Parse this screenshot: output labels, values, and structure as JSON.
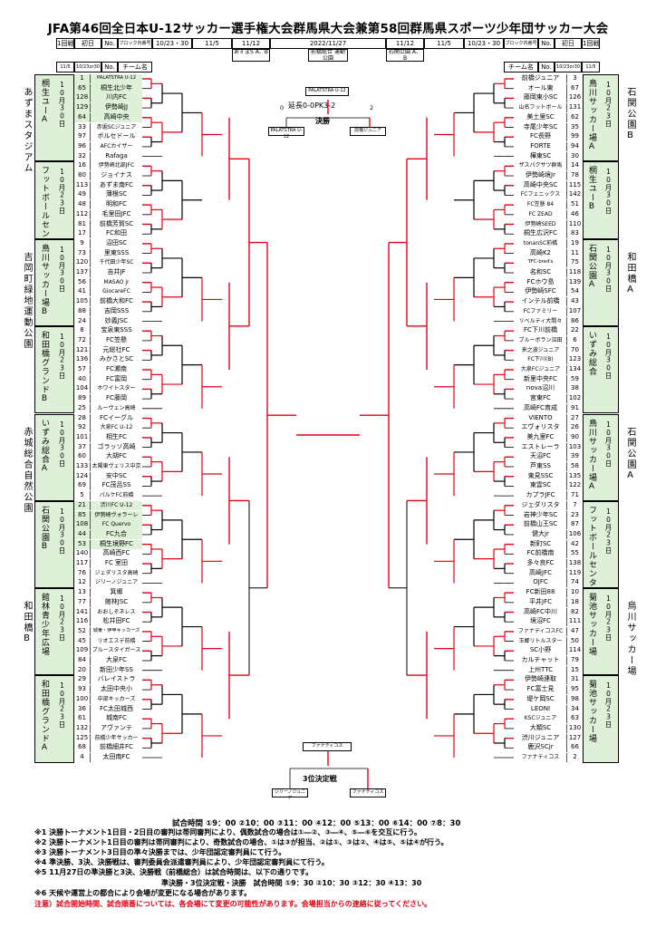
{
  "title": "JFA第46回全日本U-12サッカー選手権大会群馬県大会兼第58回群馬県スポーツ少年団サッカー大会",
  "header": {
    "row1_left": [
      "1回戦",
      "初日",
      "No.",
      "ブロック内番号",
      "10/23・30",
      "11/5",
      "11/12",
      "2022/11/27"
    ],
    "row1_right": [
      "11/12",
      "11/5",
      "10/23・30",
      "ブロック内番号",
      "No.",
      "初日",
      "1回戦"
    ],
    "row2_left": [
      "11/5",
      "10/23or30",
      "No.",
      "チーム名"
    ],
    "row2_right": [
      "チーム名",
      "No.",
      "10/23or30",
      "11/5"
    ],
    "azuma": "あずまS\nA、B",
    "maebashi": "前橋総合\n運動公園",
    "ishida": "石関公園\nA、B"
  },
  "left_teams": [
    {
      "n": "1",
      "name": "PALATSTRA U-12"
    },
    {
      "n": "65",
      "name": "桐生北少年"
    },
    {
      "n": "128",
      "name": "川内FC"
    },
    {
      "n": "129",
      "name": "伊勢崎JJ"
    },
    {
      "n": "64",
      "name": "高崎中央"
    },
    {
      "n": "33",
      "name": "赤堀SCジュニア"
    },
    {
      "n": "97",
      "name": "ボルセドール"
    },
    {
      "n": "96",
      "name": "AFCカイザー"
    },
    {
      "n": "32",
      "name": "Rafaga"
    },
    {
      "n": "16",
      "name": "伊勢崎北部JFC"
    },
    {
      "n": "80",
      "name": "ジョイナス"
    },
    {
      "n": "113",
      "name": "あずま南FC"
    },
    {
      "n": "49",
      "name": "薄根SC"
    },
    {
      "n": "48",
      "name": "明和FC"
    },
    {
      "n": "112",
      "name": "毛里田JFC"
    },
    {
      "n": "81",
      "name": "前橋芳賀SC"
    },
    {
      "n": "17",
      "name": "FC和田"
    },
    {
      "n": "9",
      "name": "沼田SC"
    },
    {
      "n": "73",
      "name": "里東SSS"
    },
    {
      "n": "120",
      "name": "千代田少年SC"
    },
    {
      "n": "137",
      "name": "吉井JF"
    },
    {
      "n": "56",
      "name": "MASAO jr"
    },
    {
      "n": "41",
      "name": "GiocareFC"
    },
    {
      "n": "105",
      "name": "前橋大和FC"
    },
    {
      "n": "88",
      "name": "吉岡SSS"
    },
    {
      "n": "24",
      "name": "妙義JSC"
    },
    {
      "n": "8",
      "name": "宝泉東SSS"
    },
    {
      "n": "72",
      "name": "FC笠懸"
    },
    {
      "n": "121",
      "name": "元総社FC"
    },
    {
      "n": "136",
      "name": "みかさとSC"
    },
    {
      "n": "57",
      "name": "FC瀬南"
    },
    {
      "n": "40",
      "name": "FC富岡"
    },
    {
      "n": "104",
      "name": "ホワイトスター"
    },
    {
      "n": "89",
      "name": "FC藤岡"
    },
    {
      "n": "25",
      "name": "ルーヴェン高崎"
    },
    {
      "n": "28",
      "name": "FCイーグル"
    },
    {
      "n": "92",
      "name": "大泉FC U-12"
    },
    {
      "n": "101",
      "name": "相生FC"
    },
    {
      "n": "37",
      "name": "ゴラッソ高崎"
    },
    {
      "n": "60",
      "name": "大胡FC"
    },
    {
      "n": "133",
      "name": "太陽東ヴェリス中京"
    },
    {
      "n": "124",
      "name": "安中SC"
    },
    {
      "n": "69",
      "name": "FC茂呂SS"
    },
    {
      "n": "5",
      "name": "パルケFC前橋"
    },
    {
      "n": "21",
      "name": "渋川FC U-12"
    },
    {
      "n": "85",
      "name": "伊勢崎ヴォラーレ"
    },
    {
      "n": "108",
      "name": "FC Quervo"
    },
    {
      "n": "44",
      "name": "FC九合"
    },
    {
      "n": "53",
      "name": "桐生境野FC"
    },
    {
      "n": "140",
      "name": "高崎西FC"
    },
    {
      "n": "117",
      "name": "FC 室田"
    },
    {
      "n": "76",
      "name": "ジェダリスタ高崎"
    },
    {
      "n": "12",
      "name": "ジリーノジュニア"
    },
    {
      "n": "13",
      "name": "箕郷"
    },
    {
      "n": "77",
      "name": "館林JSC"
    },
    {
      "n": "141",
      "name": "おおしぞネレス"
    },
    {
      "n": "116",
      "name": "松井田FC"
    },
    {
      "n": "52",
      "name": "城東・伊甲キッカーズ"
    },
    {
      "n": "45",
      "name": "リオエスデ前橋"
    },
    {
      "n": "109",
      "name": "ブルースタイガース"
    },
    {
      "n": "84",
      "name": "大泉FC"
    },
    {
      "n": "20",
      "name": "新田少年SS"
    },
    {
      "n": "29",
      "name": "バレイストラ"
    },
    {
      "n": "93",
      "name": "太田中央小"
    },
    {
      "n": "100",
      "name": "中部キッカーズ"
    },
    {
      "n": "36",
      "name": "FC太田城西"
    },
    {
      "n": "61",
      "name": "城南FC"
    },
    {
      "n": "132",
      "name": "アヴァンテ"
    },
    {
      "n": "125",
      "name": "前橋少年サッカー"
    },
    {
      "n": "68",
      "name": "前橋細井FC"
    },
    {
      "n": "4",
      "name": "太田南FC"
    }
  ],
  "right_teams": [
    {
      "name": "前橋ジュニア",
      "n": "3"
    },
    {
      "name": "オール東",
      "n": "67"
    },
    {
      "name": "藤岡東小SC",
      "n": "126"
    },
    {
      "name": "山名フットボール",
      "n": "131"
    },
    {
      "name": "美土里SC",
      "n": "62"
    },
    {
      "name": "寺尾少年SC",
      "n": "35"
    },
    {
      "name": "FC長野",
      "n": "99"
    },
    {
      "name": "FORTE",
      "n": "94"
    },
    {
      "name": "樺東SC",
      "n": "30"
    },
    {
      "name": "ザスパクサツ群馬",
      "n": "14"
    },
    {
      "name": "伊勢崎境Jr",
      "n": "78"
    },
    {
      "name": "高崎中央SC",
      "n": "115"
    },
    {
      "name": "FCフェニックス",
      "n": "142"
    },
    {
      "name": "FC笠懸 84",
      "n": "51"
    },
    {
      "name": "FC ZEAD",
      "n": "46"
    },
    {
      "name": "伊勢崎SEED",
      "n": "110"
    },
    {
      "name": "桐生広沢FC",
      "n": "83"
    },
    {
      "name": "tonanSC前橋",
      "n": "19"
    },
    {
      "name": "高崎K2",
      "n": "11"
    },
    {
      "name": "TFC-bred's",
      "n": "75"
    },
    {
      "name": "名和SC",
      "n": "118"
    },
    {
      "name": "FCホウ島",
      "n": "139"
    },
    {
      "name": "伊勢崎SFC",
      "n": "54"
    },
    {
      "name": "インテル前橋",
      "n": "43"
    },
    {
      "name": "FCファミリー",
      "n": "107"
    },
    {
      "name": "リベルティ大間々",
      "n": "86"
    },
    {
      "name": "FC下川前橋",
      "n": "22"
    },
    {
      "name": "ブルーボラン沼田",
      "n": "6"
    },
    {
      "name": "来之波ジュニア",
      "n": "70"
    },
    {
      "name": "FC下川(B)",
      "n": "123"
    },
    {
      "name": "大泉FCジュニア",
      "n": "134"
    },
    {
      "name": "新里中央FC",
      "n": "59"
    },
    {
      "name": "nova沼川",
      "n": "38"
    },
    {
      "name": "宮東FC",
      "n": "102"
    },
    {
      "name": "高崎FC育成",
      "n": "91"
    },
    {
      "name": "VIENTO",
      "n": "27"
    },
    {
      "name": "エヴォリスタ",
      "n": "26"
    },
    {
      "name": "美九里FC",
      "n": "90"
    },
    {
      "name": "エストレーラ",
      "n": "103"
    },
    {
      "name": "天沼FC",
      "n": "39"
    },
    {
      "name": "芦東SS",
      "n": "58"
    },
    {
      "name": "東見SSC",
      "n": "135"
    },
    {
      "name": "東雲SC",
      "n": "122"
    },
    {
      "name": "カプラJFC",
      "n": "71"
    },
    {
      "name": "ジェダリスタ",
      "n": "7"
    },
    {
      "name": "岩神少年SC",
      "n": "23"
    },
    {
      "name": "前橋山王SC",
      "n": "87"
    },
    {
      "name": "健大jr",
      "n": "106"
    },
    {
      "name": "新町SC",
      "n": "42"
    },
    {
      "name": "FC前橋南",
      "n": "55"
    },
    {
      "name": "多々良FC",
      "n": "138"
    },
    {
      "name": "高崎JFC",
      "n": "119"
    },
    {
      "name": "OJFC",
      "n": "74"
    },
    {
      "name": "FC新田88",
      "n": "10"
    },
    {
      "name": "平井JFC",
      "n": "18"
    },
    {
      "name": "高崎FC中川",
      "n": "82"
    },
    {
      "name": "境沼FC",
      "n": "111"
    },
    {
      "name": "ファナティコスFC",
      "n": "47"
    },
    {
      "name": "玉郷リトルスター",
      "n": "50"
    },
    {
      "name": "SC小野",
      "n": "114"
    },
    {
      "name": "カルチャット",
      "n": "79"
    },
    {
      "name": "上州TTC",
      "n": "15"
    },
    {
      "name": "伊勢崎連取",
      "n": "31"
    },
    {
      "name": "FC富士見",
      "n": "95"
    },
    {
      "name": "堤ケ岡SC",
      "n": "98"
    },
    {
      "name": "LEONI",
      "n": "34"
    },
    {
      "name": "KSCジュニア",
      "n": "63"
    },
    {
      "name": "大類SC",
      "n": "130"
    },
    {
      "name": "渋川ジュニア",
      "n": "127"
    },
    {
      "name": "鹿沢SCjr",
      "n": "66"
    },
    {
      "name": "ファナティコス",
      "n": "2"
    }
  ],
  "left_venues": [
    {
      "name": "桐生ユーA",
      "date": "10月30日"
    },
    {
      "name": "フットボールセンター",
      "date": "10月23日"
    },
    {
      "name": "鳥川サッカー場B",
      "date": "10月30日"
    },
    {
      "name": "和田橋グランドB",
      "date": "10月23日"
    },
    {
      "name": "いずみ総合A",
      "date": "10月30日"
    },
    {
      "name": "石関公園B",
      "date": "10月30日"
    },
    {
      "name": "館林青少年広場",
      "date": "10月23日"
    },
    {
      "name": "和田橋グランドA",
      "date": "10月23日"
    }
  ],
  "left_outer": [
    "あずまスタジアム",
    "吉岡町緑地運動公園",
    "赤城総合自然公園",
    "和田橋B"
  ],
  "right_venues": [
    {
      "name": "鳥川サッカー場A",
      "date": "10月23日"
    },
    {
      "name": "桐生ユーB",
      "date": "10月30日"
    },
    {
      "name": "石関公園A",
      "date": "10月30日"
    },
    {
      "name": "いずみ総合",
      "date": "10月30日"
    },
    {
      "name": "鳥川サッカー場A",
      "date": "10月30日"
    },
    {
      "name": "フットボールセンター",
      "date": "10月23日"
    },
    {
      "name": "菊池サッカー場",
      "date": "10月23日"
    },
    {
      "name": "菊池サッカー場",
      "date": "10月23日"
    }
  ],
  "right_outer": [
    "石関公園B",
    "和田橋A",
    "石関公園A",
    "烏川サッカー場"
  ],
  "center": {
    "final_team_left": "PALATSTRA U-12",
    "final_score": "延長0-0PK3-2",
    "final_zero": "0",
    "final_two": "2",
    "final_label": "決勝",
    "semi_left": "PALATSTRA U-12",
    "semi_right": "前橋ジュニア",
    "third_winner": "ファナティコス",
    "third_label": "3位決定戦",
    "third_left": "ジリーノジュニア",
    "third_right": "ファナティコス"
  },
  "notes": [
    "※1 決勝トーナメント1日目・2日目の審判は帯同審判により、偶数試合の場合は①―②、③―④、⑤―⑥を交互に行う。",
    "※2 決勝トーナメント1日目の審判は帯同審判により、奇数試合の場合、①は③が担当、②は①、③は②、④は⑤、⑤は④が行う。",
    "※3 決勝トーナメント3日目の準々決勝までは、少年団認定審判員にて行う。",
    "※4 準決勝、3決、決勝戦は、審判委員会派遣審判員により、少年団認定審判員にて行う。",
    "※5  11月27日の準決勝と3決、決勝戦（前橋総合）は試合時間は、以下の通りです。",
    "※6 天候や運営上の都合により会場が変更になる場合があります。"
  ],
  "schedule_main": "試合時間 ①9：00 ②10：00 ③11：00 ④12：00 ⑤13：00 ⑥14：00 ⑦8：30",
  "schedule_final": "準決勝・3位決定戦・決勝　試合時間 ①9：30 ②10：30 ③12：30 ④13：30",
  "warning": "注意）試合開始時間、試合順番については、各会場にて変更の可能性があります。会場担当からの連絡に従ってください。",
  "colors": {
    "accent": "#e60012",
    "venue_bg": "#dff0d8",
    "line": "#000000"
  }
}
